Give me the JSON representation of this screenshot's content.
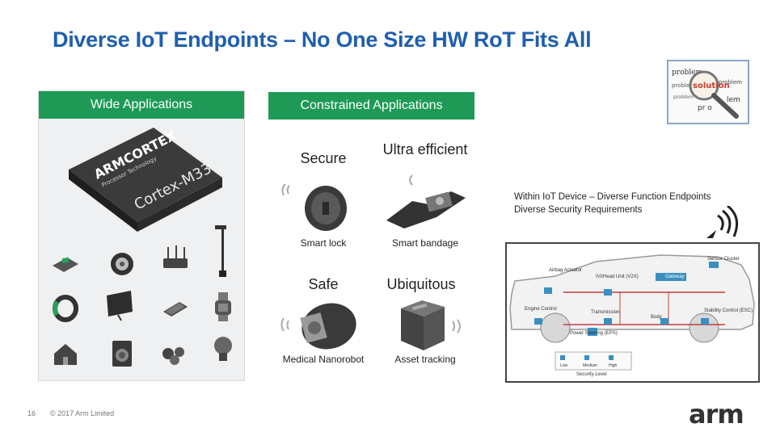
{
  "slide": {
    "title": "Diverse IoT Endpoints – No One Size HW RoT Fits All",
    "page_number": "16",
    "copyright": "© 2017 Arm Limited",
    "logo_text": "arm"
  },
  "thumbnail": {
    "words": [
      "problem",
      "solution",
      "problem",
      "problem",
      "problem",
      "pr o",
      "lem"
    ]
  },
  "wide": {
    "header": "Wide Applications",
    "chip_lines": [
      "ARMCORTEX",
      "Processor Technology",
      "Cortex-M33"
    ],
    "icons": [
      "circuit-board-icon",
      "wheel-icon",
      "router-icon",
      "streetlight-icon",
      "fitness-band-icon",
      "monitor-icon",
      "phone-icon",
      "smartwatch-icon",
      "house-icon",
      "washing-machine-icon",
      "robot-icon",
      "lightbulb-icon"
    ]
  },
  "constrained": {
    "header": "Constrained Applications",
    "cells": [
      {
        "caption": "Secure",
        "label": "Smart lock"
      },
      {
        "caption": "Ultra efficient",
        "label": "Smart bandage"
      },
      {
        "caption": "Safe",
        "label": "Medical Nanorobot"
      },
      {
        "caption": "Ubiquitous",
        "label": "Asset tracking"
      }
    ]
  },
  "car": {
    "caption_line1": "Within IoT Device – Diverse Function Endpoints",
    "caption_line2": "Diverse Security Requirements",
    "labels": {
      "airbag": "Airbag Actuator",
      "ivi": "IVI/Head Unit (V2X)",
      "gateway": "Gateway",
      "sensor": "Sensor Cluster",
      "engine": "Engine Control",
      "transmission": "Transmission",
      "body": "Body",
      "stability": "Stability Control (ESC)",
      "steering": "Power Steering (EPS)",
      "legend_low": "Low",
      "legend_med": "Medium",
      "legend_high": "High",
      "legend_title": "Security Level"
    }
  },
  "colors": {
    "title": "#1f5fae",
    "header_green": "#1e9a56",
    "teal_box": "#3a8fc0"
  }
}
